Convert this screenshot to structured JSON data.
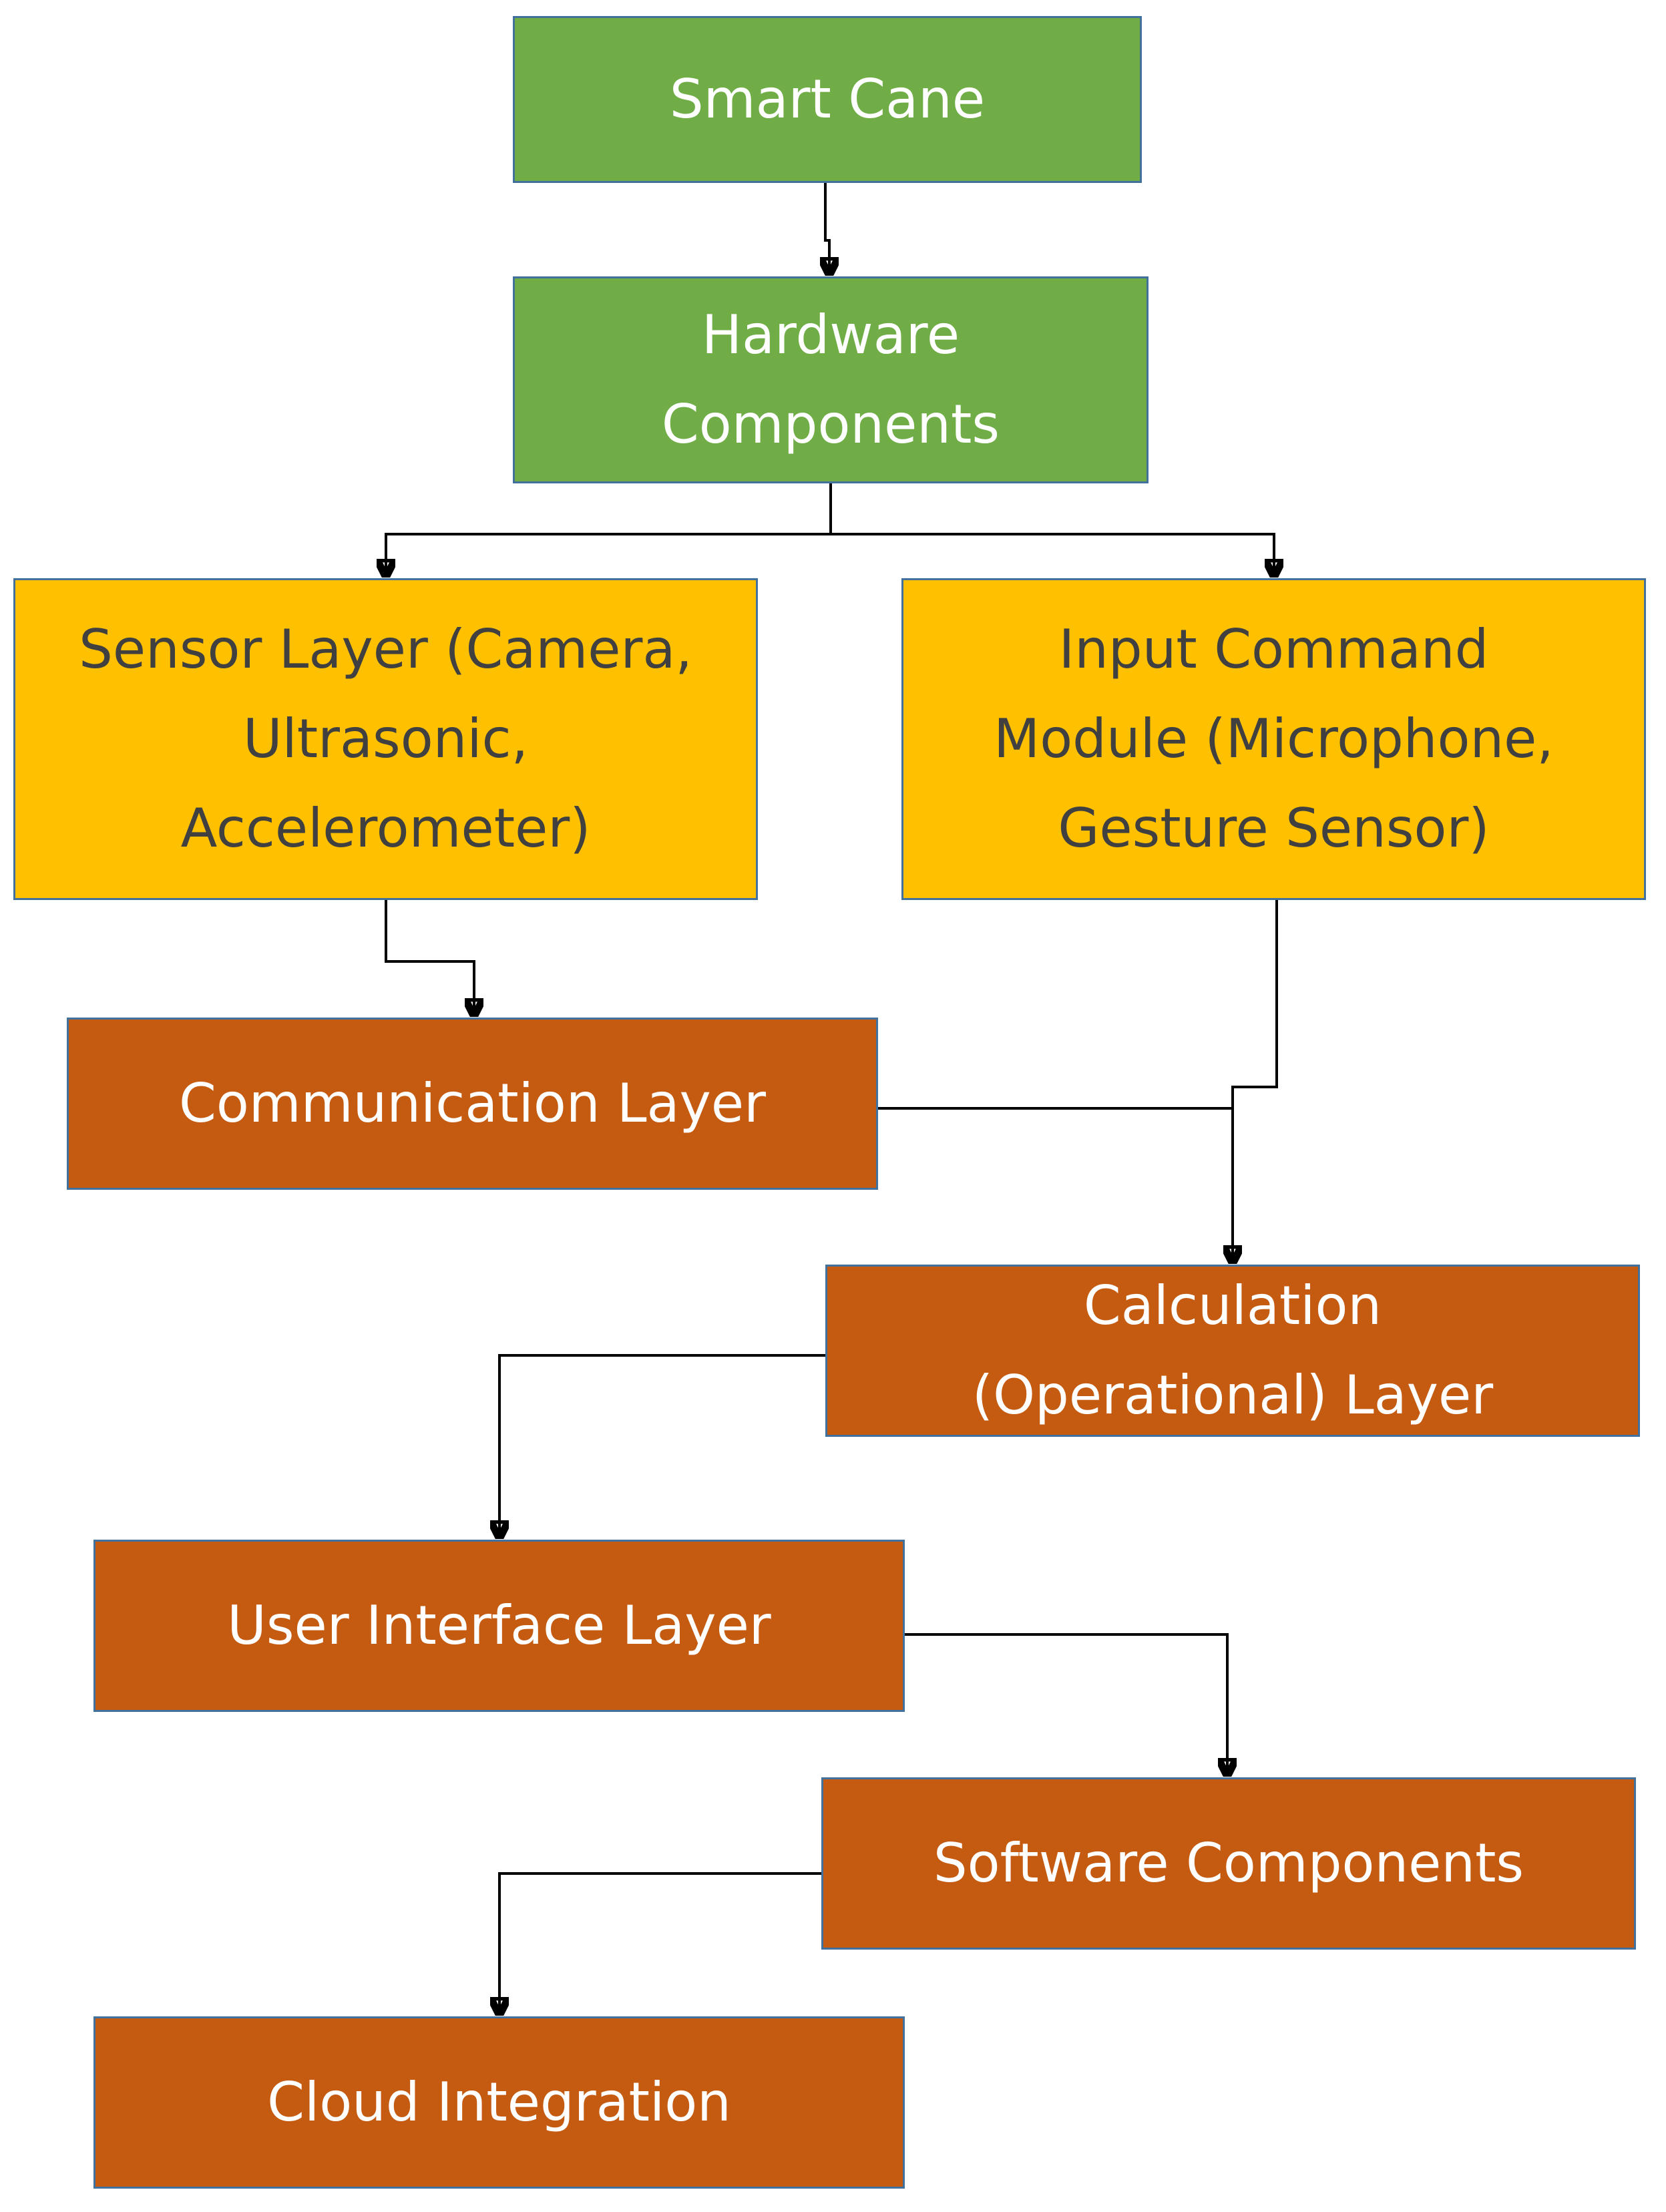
{
  "diagram": {
    "nodes": [
      {
        "id": "smart-cane",
        "label": "Smart Cane",
        "color": "#70ad47"
      },
      {
        "id": "hardware",
        "label": "Hardware\nComponents",
        "color": "#70ad47"
      },
      {
        "id": "sensor",
        "label": "Sensor Layer (Camera,\nUltrasonic,\nAccelerometer)",
        "color": "#ffc000"
      },
      {
        "id": "input",
        "label": "Input Command\nModule (Microphone,\nGesture Sensor)",
        "color": "#ffc000"
      },
      {
        "id": "communication",
        "label": "Communication Layer",
        "color": "#c55a11"
      },
      {
        "id": "calculation",
        "label": "Calculation\n(Operational) Layer",
        "color": "#c55a11"
      },
      {
        "id": "ui",
        "label": "User Interface Layer",
        "color": "#c55a11"
      },
      {
        "id": "software",
        "label": "Software Components",
        "color": "#c55a11"
      },
      {
        "id": "cloud",
        "label": "Cloud Integration",
        "color": "#c55a11"
      }
    ],
    "edges": [
      {
        "from": "smart-cane",
        "to": "hardware"
      },
      {
        "from": "hardware",
        "to": "sensor"
      },
      {
        "from": "hardware",
        "to": "input"
      },
      {
        "from": "sensor",
        "to": "communication"
      },
      {
        "from": "communication",
        "to": "calculation"
      },
      {
        "from": "input",
        "to": "calculation"
      },
      {
        "from": "calculation",
        "to": "ui"
      },
      {
        "from": "ui",
        "to": "software"
      },
      {
        "from": "software",
        "to": "cloud"
      }
    ]
  }
}
